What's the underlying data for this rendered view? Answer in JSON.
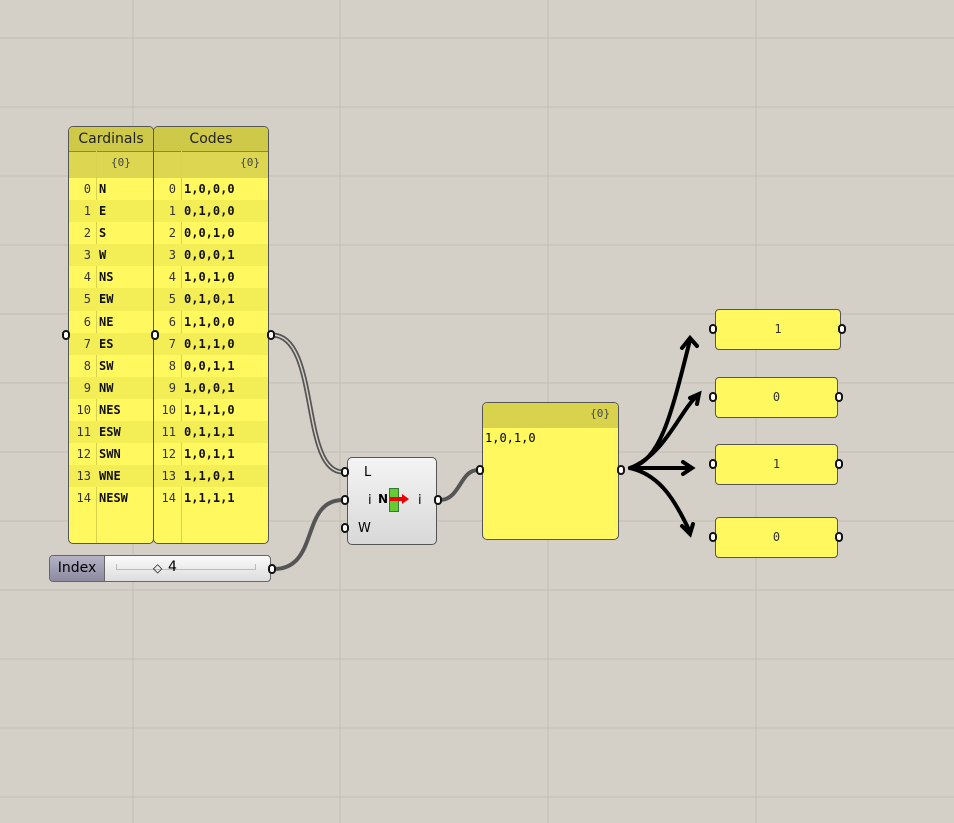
{
  "cardinals": {
    "title": "Cardinals",
    "path": "{0}",
    "items": [
      "N",
      "E",
      "S",
      "W",
      "NS",
      "EW",
      "NE",
      "ES",
      "SW",
      "NW",
      "NES",
      "ESW",
      "SWN",
      "WNE",
      "NESW"
    ]
  },
  "codes": {
    "title": "Codes",
    "path": "{0}",
    "items": [
      "1,0,0,0",
      "0,1,0,0",
      "0,0,1,0",
      "0,0,0,1",
      "1,0,1,0",
      "0,1,0,1",
      "1,1,0,0",
      "0,1,1,0",
      "0,0,1,1",
      "1,0,0,1",
      "1,1,1,0",
      "0,1,1,1",
      "1,0,1,1",
      "1,1,0,1",
      "1,1,1,1"
    ]
  },
  "component": {
    "inputs": [
      "L",
      "i",
      "W"
    ],
    "output": "i",
    "icon_label": "N"
  },
  "slider": {
    "label": "Index",
    "value": "4"
  },
  "result_panel": {
    "path": "{0}",
    "value": "1,0,1,0"
  },
  "outputs": [
    "1",
    "0",
    "1",
    "0"
  ]
}
